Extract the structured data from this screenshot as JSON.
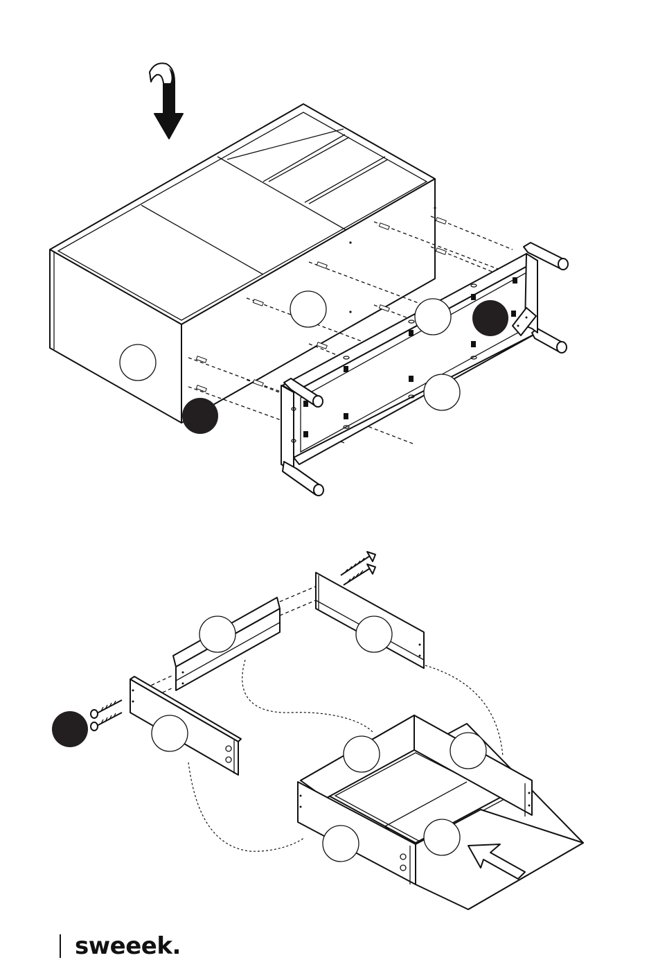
{
  "brand": {
    "name": "sweeek."
  },
  "step_top": {
    "rotation_arrow": "turn-over-arrow-icon",
    "callouts": {
      "open": 4,
      "filled": 2
    }
  },
  "step_bottom": {
    "push_arrow": "insert-arrow-icon",
    "callouts": {
      "open": 7,
      "filled": 1
    }
  }
}
